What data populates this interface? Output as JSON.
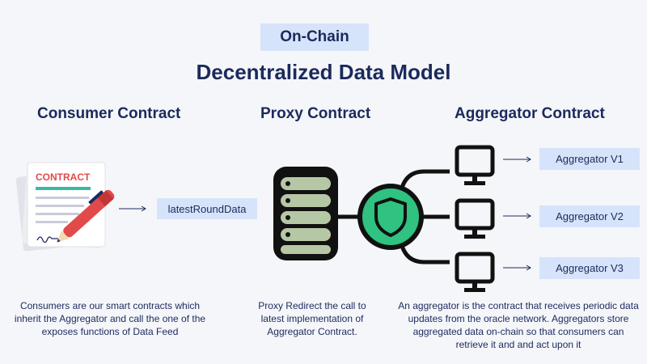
{
  "badge": "On-Chain",
  "title": "Decentralized Data Model",
  "columns": {
    "consumer": "Consumer Contract",
    "proxy": "Proxy Contract",
    "aggregator": "Aggregator Contract"
  },
  "contract_doc_label": "CONTRACT",
  "call_label": "latestRoundData",
  "aggregators": [
    "Aggregator V1",
    "Aggregator V2",
    "Aggregator V3"
  ],
  "descriptions": {
    "consumer": "Consumers are our smart contracts which inherit the Aggregator and call the one of the exposes functions of Data Feed",
    "proxy": "Proxy Redirect the call to latest implementation of Aggregator Contract.",
    "aggregator": "An aggregator is the contract that receives periodic data updates from the oracle network. Aggregators store aggregated data on-chain so that consumers can retrieve it and and act upon it"
  },
  "colors": {
    "navy": "#1b2a5c",
    "label_bg": "#d6e4fb",
    "shield_green": "#2fc281",
    "doc_red": "#e24a4a",
    "doc_teal": "#3ab8a5",
    "server_fill": "#b6c7a6"
  },
  "icons": [
    "contract-document-icon",
    "pen-icon",
    "server-database-icon",
    "shield-icon",
    "monitor-icon"
  ]
}
